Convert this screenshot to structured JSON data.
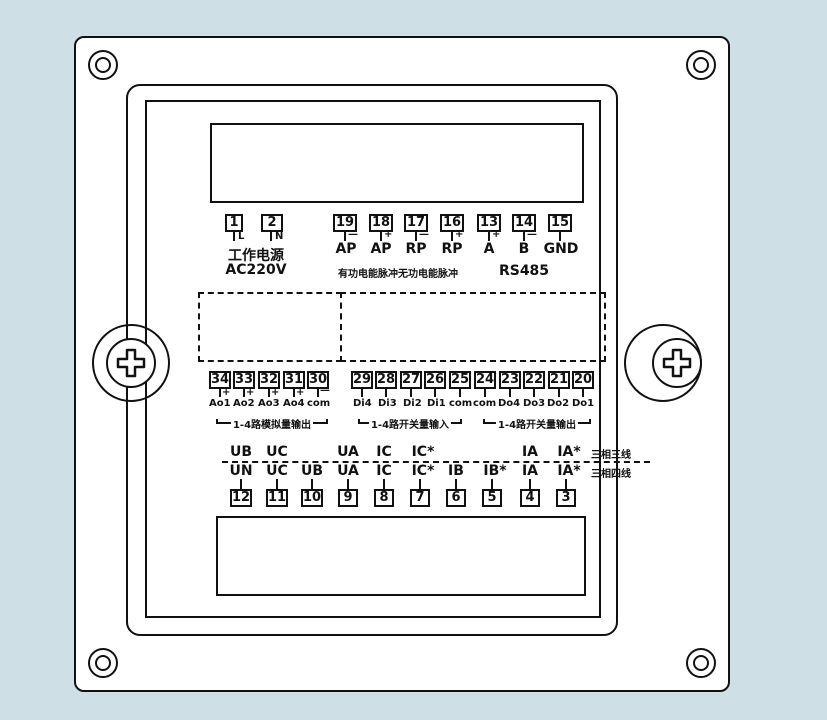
{
  "top_terminals": [
    {
      "num": "1",
      "pol": "L",
      "label": "工作电源"
    },
    {
      "num": "2",
      "pol": "N",
      "label": ""
    },
    {
      "num": "19",
      "pol": "—",
      "label": "AP"
    },
    {
      "num": "18",
      "pol": "+",
      "label": "AP"
    },
    {
      "num": "17",
      "pol": "—",
      "label": "RP"
    },
    {
      "num": "16",
      "pol": "+",
      "label": "RP"
    },
    {
      "num": "13",
      "pol": "+",
      "label": "A"
    },
    {
      "num": "14",
      "pol": "—",
      "label": "B"
    },
    {
      "num": "15",
      "pol": "",
      "label": "GND"
    }
  ],
  "power_voltage": "AC220V",
  "pulse_group": "有功电能脉冲无功电能脉冲",
  "rs485": "RS485",
  "middle_terminals": [
    {
      "num": "34",
      "pol": "+",
      "label": "Ao1"
    },
    {
      "num": "33",
      "pol": "+",
      "label": "Ao2"
    },
    {
      "num": "32",
      "pol": "+",
      "label": "Ao3"
    },
    {
      "num": "31",
      "pol": "+",
      "label": "Ao4"
    },
    {
      "num": "30",
      "pol": "—",
      "label": "com"
    },
    {
      "num": "29",
      "pol": "",
      "label": "Di4"
    },
    {
      "num": "28",
      "pol": "",
      "label": "Di3"
    },
    {
      "num": "27",
      "pol": "",
      "label": "Di2"
    },
    {
      "num": "26",
      "pol": "",
      "label": "Di1"
    },
    {
      "num": "25",
      "pol": "",
      "label": "com"
    },
    {
      "num": "24",
      "pol": "",
      "label": "com"
    },
    {
      "num": "23",
      "pol": "",
      "label": "Do4"
    },
    {
      "num": "22",
      "pol": "",
      "label": "Do3"
    },
    {
      "num": "21",
      "pol": "",
      "label": "Do2"
    },
    {
      "num": "20",
      "pol": "",
      "label": "Do1"
    }
  ],
  "groups": {
    "analog": "1-4路模拟量输出",
    "switch_in": "1-4路开关量输入",
    "switch_out": "1-4路开关量输出"
  },
  "three_wire_labels": [
    "UB",
    "UC",
    "UA",
    "IC",
    "IC*",
    "IA",
    "IA*"
  ],
  "three_wire_mode": "三相三线",
  "four_wire_mode": "三相四线",
  "bottom_terminals": [
    {
      "num": "12",
      "label": "UN"
    },
    {
      "num": "11",
      "label": "UC"
    },
    {
      "num": "10",
      "label": "UB"
    },
    {
      "num": "9",
      "label": "UA"
    },
    {
      "num": "8",
      "label": "IC"
    },
    {
      "num": "7",
      "label": "IC*"
    },
    {
      "num": "6",
      "label": "IB"
    },
    {
      "num": "5",
      "label": "IB*"
    },
    {
      "num": "4",
      "label": "IA"
    },
    {
      "num": "3",
      "label": "IA*"
    }
  ]
}
